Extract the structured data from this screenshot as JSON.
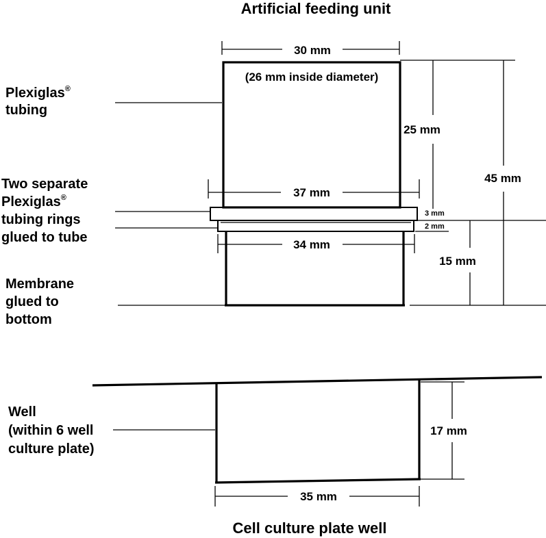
{
  "diagram": {
    "title_top": "Artificial feeding unit",
    "title_bottom": "Cell culture plate well",
    "labels": {
      "tubing_line1": "Plexiglas",
      "tubing_line2": "tubing",
      "rings_line1": "Two separate",
      "rings_line2": "Plexiglas",
      "rings_line3": "tubing rings",
      "rings_line4": "glued to tube",
      "membrane_line1": "Membrane",
      "membrane_line2": "glued to",
      "membrane_line3": "bottom",
      "well_line1": "Well",
      "well_line2": "(within 6 well",
      "well_line3": "culture plate)",
      "registered": "®"
    },
    "dimensions": {
      "tube_width": "30 mm",
      "inside_diameter": "(26 mm inside diameter)",
      "upper_height": "25 mm",
      "total_height": "45 mm",
      "ring_width": "37 mm",
      "ring_top_thickness": "3 mm",
      "ring_bottom_thickness": "2 mm",
      "lower_width": "34 mm",
      "lower_height": "15 mm",
      "well_depth": "17 mm",
      "well_width": "35 mm"
    }
  }
}
